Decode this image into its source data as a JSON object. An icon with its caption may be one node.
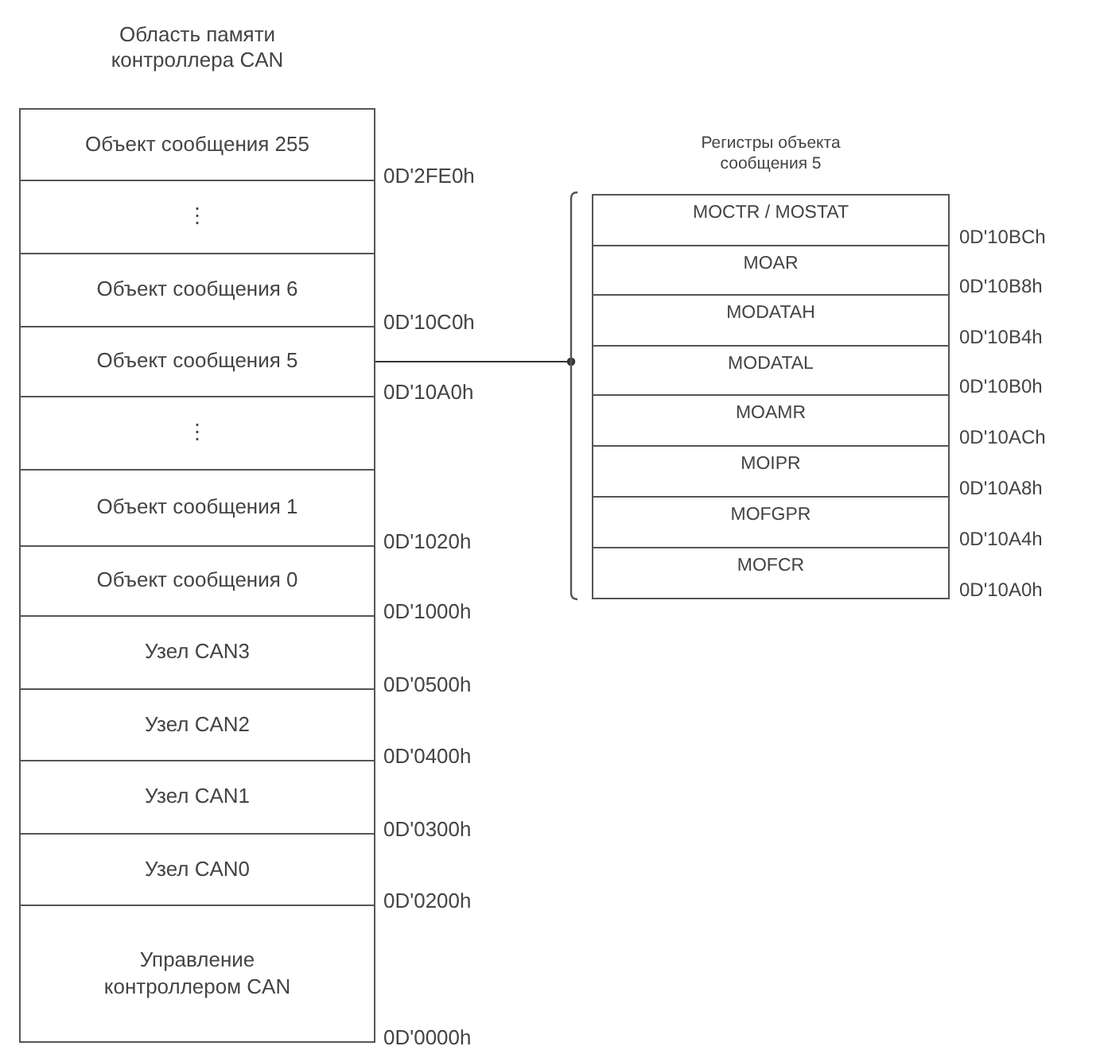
{
  "diagram": {
    "nodes": [
      {
        "text": [
          "Область памяти контроллера CAN"
        ]
      },
      {
        "text": [
          "Объект сообщения 255"
        ],
        "in": 0,
        "beside": [
          "0D'2FE0h"
        ]
      },
      {
        "text": [
          "⋮"
        ],
        "in": 0
      },
      {
        "text": [
          "Объект сообщения 6"
        ],
        "in": 0,
        "beside": [
          "0D'10C0h"
        ]
      },
      {
        "text": [
          "Объект сообщения 5"
        ],
        "in": 0,
        "beside": [
          "0D'10A0h"
        ]
      },
      {
        "text": [
          "⋮"
        ],
        "in": 0
      },
      {
        "text": [
          "Объект сообщения 1"
        ],
        "in": 0,
        "beside": [
          "0D'1020h"
        ]
      },
      {
        "text": [
          "Объект сообщения 0"
        ],
        "in": 0,
        "beside": [
          "0D'1000h"
        ]
      },
      {
        "text": [
          "Узел CAN3"
        ],
        "in": 0,
        "beside": [
          "0D'0500h"
        ]
      },
      {
        "text": [
          "Узел CAN2"
        ],
        "in": 0,
        "beside": [
          "0D'0400h"
        ]
      },
      {
        "text": [
          "Узел CAN1"
        ],
        "in": 0,
        "beside": [
          "0D'0300h"
        ]
      },
      {
        "text": [
          "Узел CAN0"
        ],
        "in": 0,
        "beside": [
          "0D'0200h"
        ]
      },
      {
        "text": [
          "Управление контроллером CAN"
        ],
        "in": 0,
        "beside": [
          "0D'0000h"
        ]
      },
      {
        "text": [
          "Регистры объекта сообщения 5"
        ]
      },
      {
        "text": [
          "MOCTR / MOSTAT"
        ],
        "in": 13,
        "beside": [
          "0D'10BCh"
        ]
      },
      {
        "text": [
          "MOAR"
        ],
        "in": 13,
        "beside": [
          "0D'10B8h"
        ]
      },
      {
        "text": [
          "MODATAH"
        ],
        "in": 13,
        "beside": [
          "0D'10B4h"
        ]
      },
      {
        "text": [
          "MODATAL"
        ],
        "in": 13,
        "beside": [
          "0D'10B0h"
        ]
      },
      {
        "text": [
          "MOAMR"
        ],
        "in": 13,
        "beside": [
          "0D'10ACh"
        ]
      },
      {
        "text": [
          "MOIPR"
        ],
        "in": 13,
        "beside": [
          "0D'10A8h"
        ]
      },
      {
        "text": [
          "MOFGPR"
        ],
        "in": 13,
        "beside": [
          "0D'10A4h"
        ]
      },
      {
        "text": [
          "MOFCR"
        ],
        "in": 13,
        "beside": [
          "0D'10A0h"
        ]
      }
    ],
    "edges": [
      {
        "from": 4,
        "to": 13,
        "arrow": "other"
      }
    ]
  }
}
